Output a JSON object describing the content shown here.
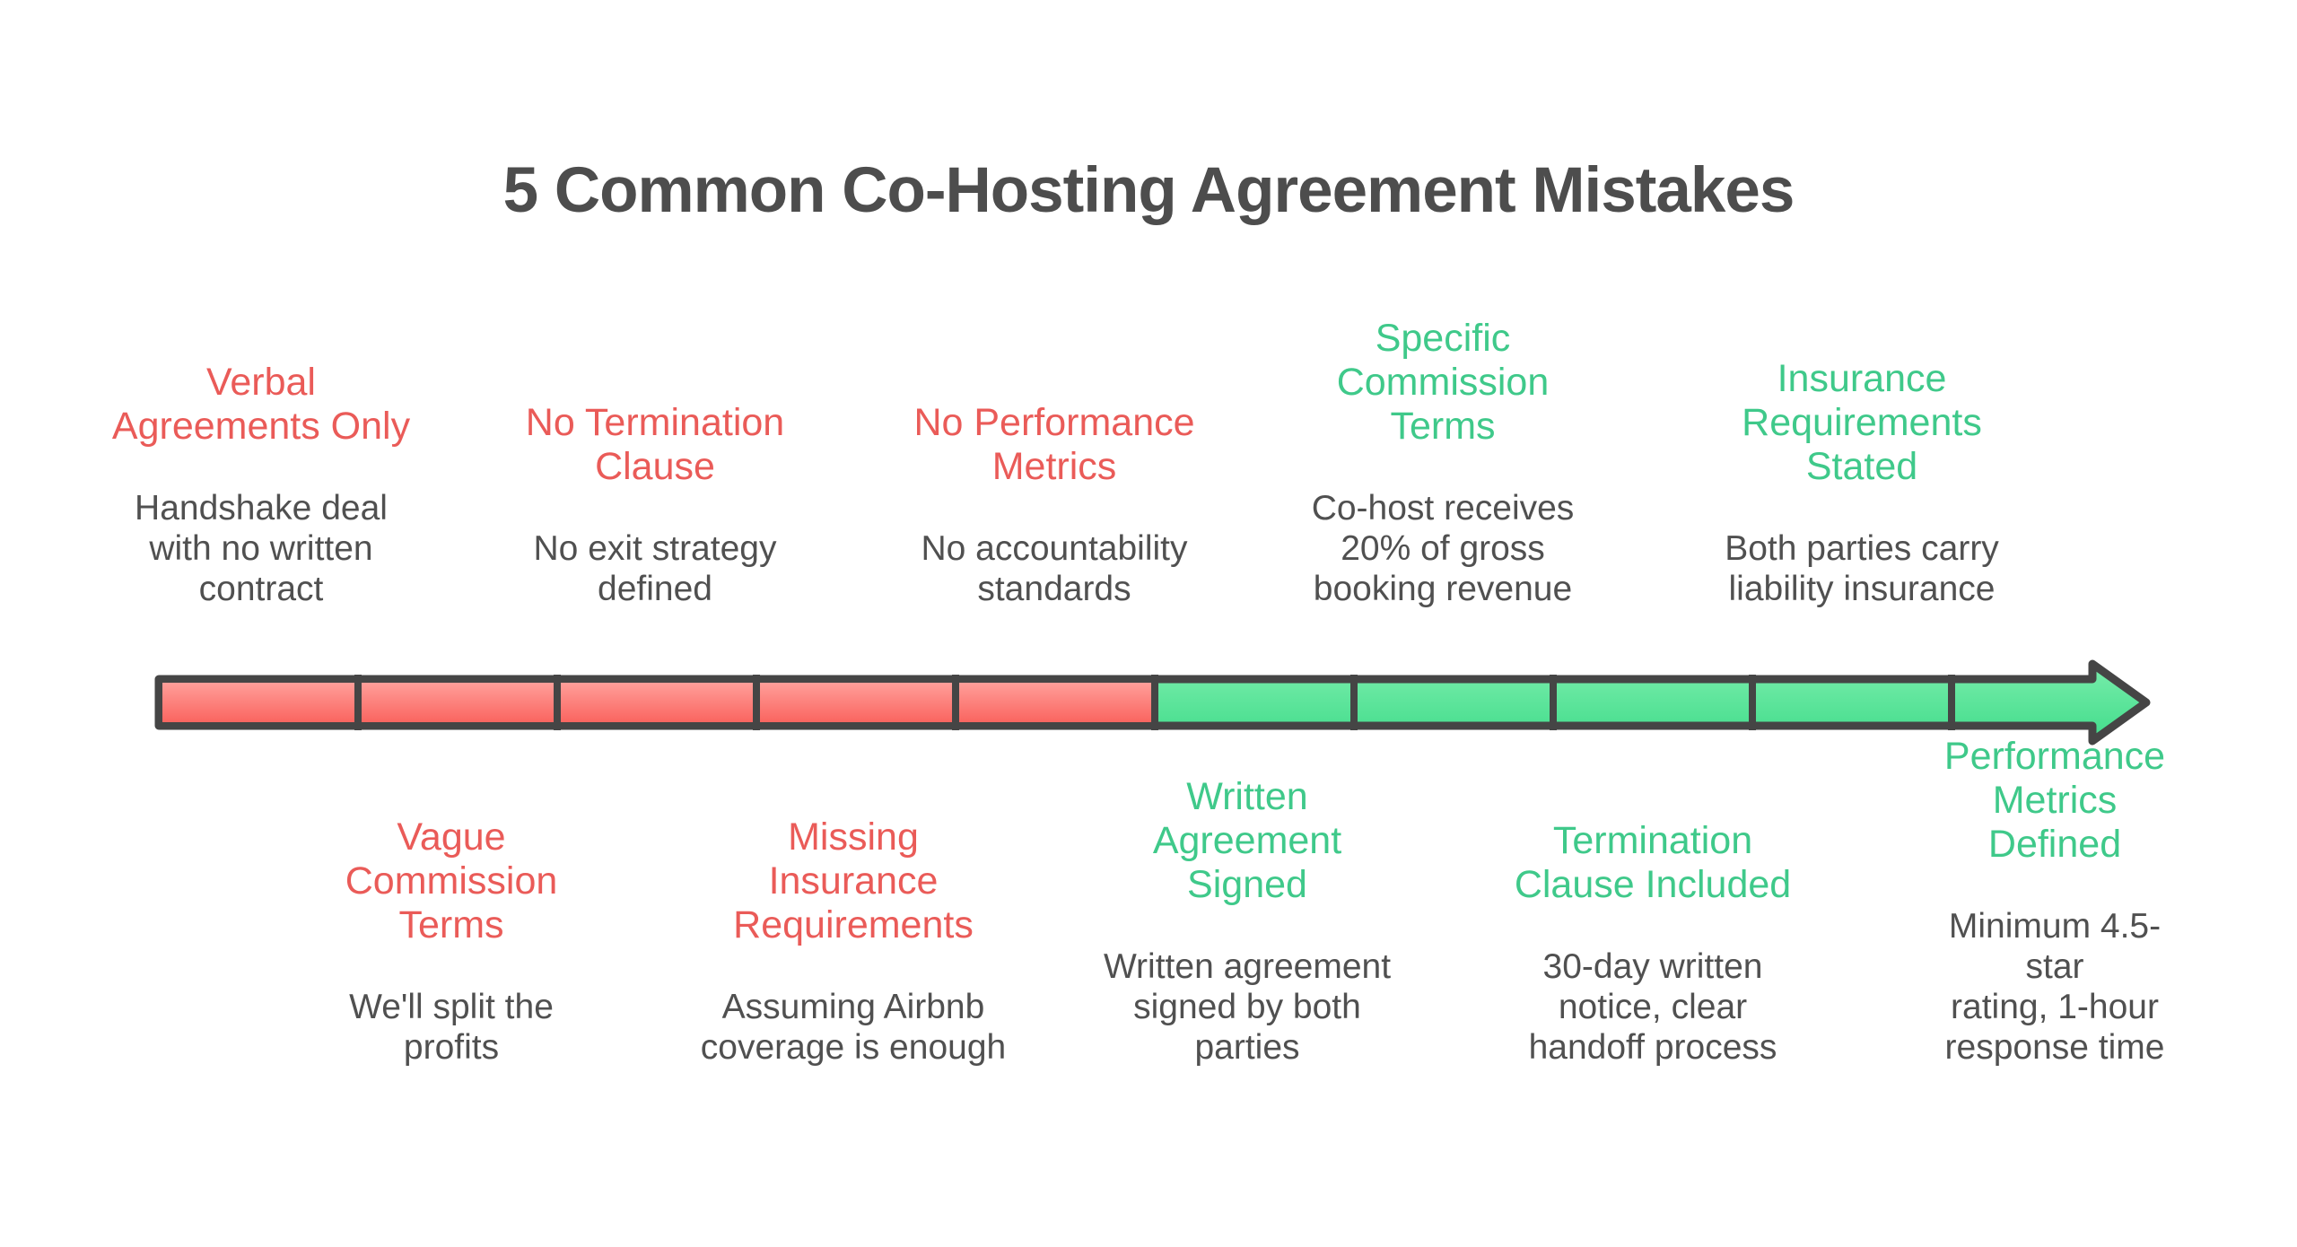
{
  "title": "5 Common Co-Hosting Agreement Mistakes",
  "text_colors": {
    "title": "#4d4d4d",
    "body": "#505050",
    "mistake_heading": "#ea5b58",
    "fix_heading": "#3fc98a"
  },
  "timeline": {
    "direction": "left-to-right",
    "segment_count": 10,
    "mistake_segments": 5,
    "fix_segments": 5,
    "colors": {
      "mistake_top": "#ff9e99",
      "mistake_bottom": "#fa6560",
      "fix_top": "#79edab",
      "fix_bottom": "#41dc8b",
      "outline": "#454545"
    }
  },
  "steps_above": [
    {
      "tone": "mistake",
      "heading": "Verbal\nAgreements Only",
      "body": "Handshake deal\nwith no written\ncontract"
    },
    {
      "tone": "mistake",
      "heading": "No Termination\nClause",
      "body": "No exit strategy\ndefined"
    },
    {
      "tone": "mistake",
      "heading": "No Performance\nMetrics",
      "body": "No accountability\nstandards"
    },
    {
      "tone": "fix",
      "heading": "Specific\nCommission\nTerms",
      "body": "Co-host receives\n20% of gross\nbooking revenue"
    },
    {
      "tone": "fix",
      "heading": "Insurance\nRequirements\nStated",
      "body": "Both parties carry\nliability insurance"
    }
  ],
  "steps_below": [
    {
      "tone": "mistake",
      "heading": "Vague\nCommission\nTerms",
      "body": "We'll split the\nprofits"
    },
    {
      "tone": "mistake",
      "heading": "Missing\nInsurance\nRequirements",
      "body": "Assuming Airbnb\ncoverage is enough"
    },
    {
      "tone": "fix",
      "heading": "Written\nAgreement\nSigned",
      "body": "Written agreement\nsigned by both\nparties"
    },
    {
      "tone": "fix",
      "heading": "Termination\nClause Included",
      "body": "30-day written\nnotice, clear\nhandoff process"
    },
    {
      "tone": "fix",
      "heading": "Performance\nMetrics Defined",
      "body": "Minimum 4.5-star\nrating, 1-hour\nresponse time"
    }
  ]
}
